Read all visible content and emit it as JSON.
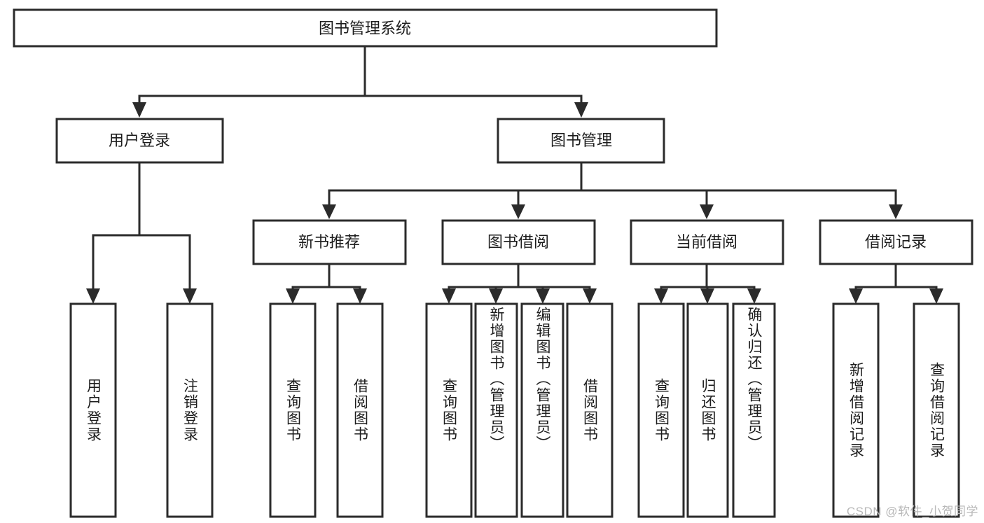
{
  "diagram": {
    "title": "图书管理系统",
    "type": "tree",
    "watermark": "CSDN @软件_小贺同学",
    "colors": {
      "box_stroke": "#2b2b2b",
      "box_fill": "#ffffff",
      "text": "#1c1c1c",
      "watermark": "#b8b8b8",
      "background": "#ffffff"
    },
    "root": {
      "label": "图书管理系统"
    },
    "level2": [
      {
        "label": "用户登录"
      },
      {
        "label": "图书管理"
      }
    ],
    "level3": [
      {
        "label": "新书推荐"
      },
      {
        "label": "图书借阅"
      },
      {
        "label": "当前借阅"
      },
      {
        "label": "借阅记录"
      }
    ],
    "leaves": {
      "user_login": [
        {
          "label": "用户登录"
        },
        {
          "label": "注销登录"
        }
      ],
      "new_book_recommend": [
        {
          "label": "查询图书"
        },
        {
          "label": "借阅图书"
        }
      ],
      "book_borrow": [
        {
          "label": "查询图书"
        },
        {
          "label": "新增图书（管理员）"
        },
        {
          "label": "编辑图书（管理员）"
        },
        {
          "label": "借阅图书"
        }
      ],
      "current_borrow": [
        {
          "label": "查询图书"
        },
        {
          "label": "归还图书"
        },
        {
          "label": "确认归还（管理员）"
        }
      ],
      "borrow_record": [
        {
          "label": "新增借阅记录"
        },
        {
          "label": "查询借阅记录"
        }
      ]
    }
  }
}
